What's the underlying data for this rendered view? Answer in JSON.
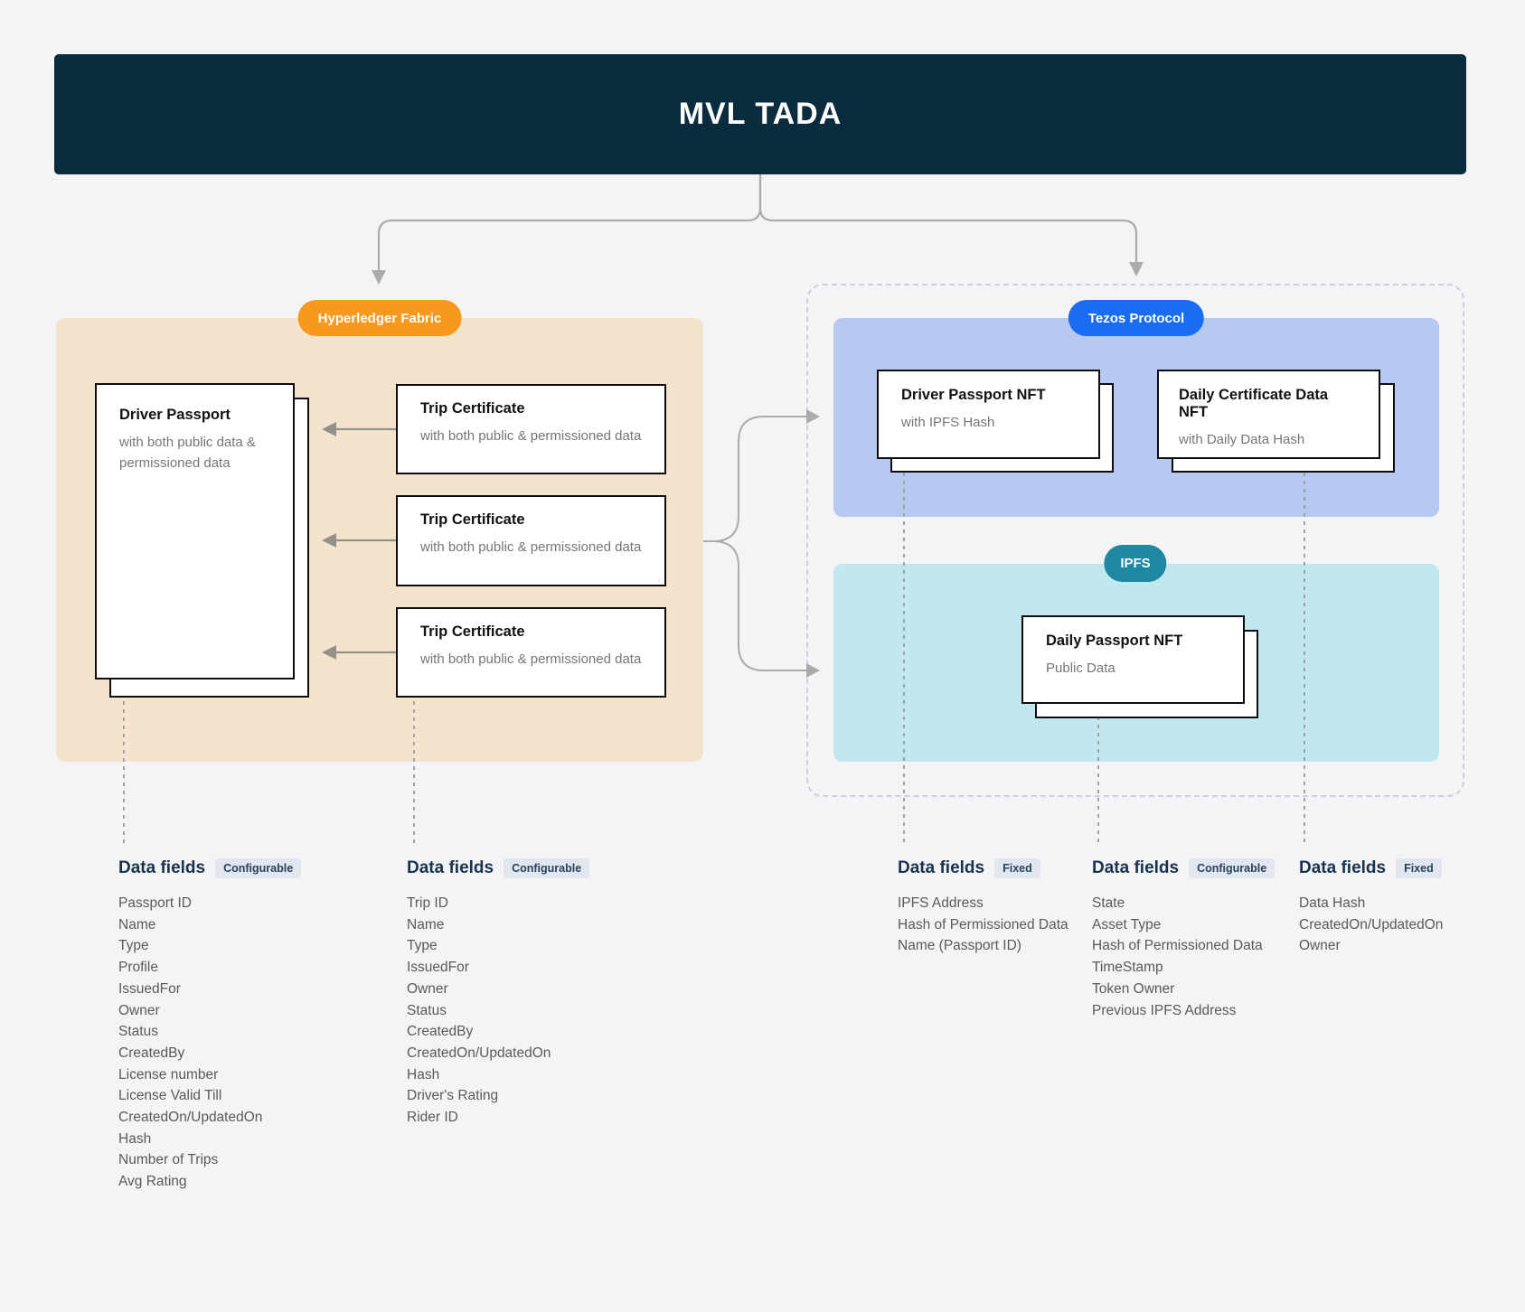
{
  "header": {
    "title": "MVL TADA"
  },
  "fabric": {
    "badge": "Hyperledger Fabric",
    "passport_card": {
      "title": "Driver Passport",
      "subtitle": "with both public data & permissioned data"
    },
    "trip_cards": [
      {
        "title": "Trip Certificate",
        "subtitle": "with both public & permissioned data"
      },
      {
        "title": "Trip Certificate",
        "subtitle": "with both public & permissioned data"
      },
      {
        "title": "Trip Certificate",
        "subtitle": "with both public & permissioned data"
      }
    ]
  },
  "tezos": {
    "badge": "Tezos Protocol",
    "cards": [
      {
        "title": "Driver Passport NFT",
        "subtitle": "with IPFS Hash"
      },
      {
        "title": "Daily Certificate Data NFT",
        "subtitle": "with Daily Data Hash"
      }
    ]
  },
  "ipfs": {
    "badge": "IPFS",
    "card": {
      "title": "Daily Passport NFT",
      "subtitle": "Public Data"
    }
  },
  "columns": [
    {
      "title": "Data fields",
      "badge": "Configurable",
      "fields": [
        "Passport ID",
        "Name",
        "Type",
        "Profile",
        "IssuedFor",
        "Owner",
        "Status",
        "CreatedBy",
        "License number",
        "License Valid Till",
        "CreatedOn/UpdatedOn",
        "Hash",
        "Number of Trips",
        "Avg Rating"
      ]
    },
    {
      "title": "Data fields",
      "badge": "Configurable",
      "fields": [
        "Trip ID",
        "Name",
        "Type",
        "IssuedFor",
        "Owner",
        "Status",
        "CreatedBy",
        "CreatedOn/UpdatedOn",
        "Hash",
        "Driver's Rating",
        "Rider ID"
      ]
    },
    {
      "title": "Data fields",
      "badge": "Fixed",
      "fields": [
        "IPFS Address",
        "Hash of Permissioned Data",
        "Name (Passport ID)"
      ]
    },
    {
      "title": "Data fields",
      "badge": "Configurable",
      "fields": [
        "State",
        "Asset Type",
        "Hash of Permissioned Data",
        "TimeStamp",
        "Token Owner",
        "Previous IPFS Address"
      ]
    },
    {
      "title": "Data fields",
      "badge": "Fixed",
      "fields": [
        "Data Hash",
        "CreatedOn/UpdatedOn",
        "Owner"
      ]
    }
  ],
  "colors": {
    "header_navy": "#0b2c3e",
    "fabric_orange": "#f8991d",
    "tezos_blue": "#1a6df2",
    "ipfs_teal": "#1e87a1",
    "fabric_panel": "#f5e4cd",
    "tezos_panel": "#b7c9f1",
    "ipfs_panel": "#c1e7ef",
    "connector_gray": "#a6a6a6"
  }
}
